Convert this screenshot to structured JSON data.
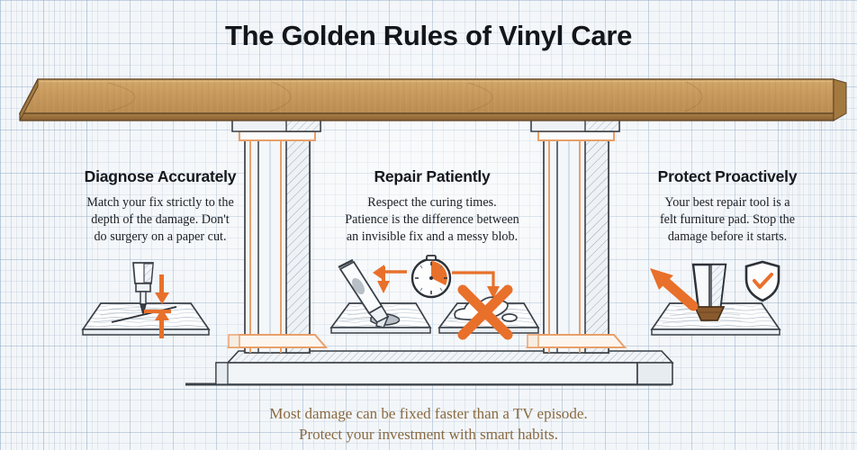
{
  "page": {
    "title": "The Golden Rules of Vinyl Care",
    "background_style": "blueprint-grid",
    "colors": {
      "accent_orange": "#e8702a",
      "wood_top": "#c89a5e",
      "wood_dark": "#8a6033",
      "ink": "#2c3138",
      "footer_text": "#8a6a41",
      "grid_line": "#96afc8",
      "paper": "#f3f6f9"
    }
  },
  "columns": [
    {
      "id": "diagnose",
      "heading": "Diagnose Accurately",
      "body_lines": [
        "Match your fix strictly to the",
        "depth of the damage. Don't",
        "do surgery on a paper cut."
      ],
      "body": "Match your fix strictly to the depth of the damage. Don't do surgery on a paper cut.",
      "illustration": {
        "name": "probe-depth-gauge",
        "elements": [
          "scalpel-probe-tool",
          "vinyl-plank",
          "down-arrow",
          "up-arrow",
          "crack-line"
        ]
      }
    },
    {
      "id": "repair",
      "heading": "Repair Patiently",
      "body_lines": [
        "Respect the curing times.",
        "Patience is the difference between",
        "an invisible fix and a messy blob."
      ],
      "body": "Respect the curing times. Patience is the difference between an invisible fix and a messy blob.",
      "illustration": {
        "name": "filler-tube-timer-blob",
        "elements": [
          "filler-tube",
          "vinyl-plank",
          "curved-arrow",
          "curing-timer-clock",
          "messy-blob-plank",
          "rejection-cross"
        ]
      }
    },
    {
      "id": "protect",
      "heading": "Protect Proactively",
      "body_lines": [
        "Your best repair tool is a",
        "felt furniture pad. Stop the",
        "damage before it starts."
      ],
      "body": "Your best repair tool is a felt furniture pad. Stop the damage before it starts.",
      "illustration": {
        "name": "furniture-leg-felt-pad",
        "elements": [
          "furniture-leg",
          "felt-pad",
          "shield-check-badge",
          "pointer-arrow",
          "vinyl-plank"
        ]
      }
    }
  ],
  "table_diagram": {
    "name": "vinyl-table-cross-section",
    "parts": [
      "wood-table-top",
      "left-column",
      "right-column",
      "plinth-base",
      "ground-line"
    ]
  },
  "footer": {
    "line1": "Most damage can be fixed faster than a TV episode.",
    "line2": "Protect your investment with smart habits."
  }
}
